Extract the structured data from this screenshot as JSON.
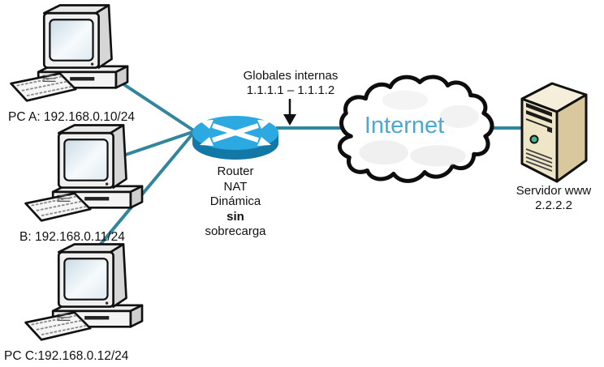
{
  "nodes": {
    "pc_a": {
      "label": "PC A: 192.168.0.10/24",
      "icon": "desktop-pc-icon"
    },
    "pc_b": {
      "label": "B: 192.168.0.11/24",
      "icon": "desktop-pc-icon"
    },
    "pc_c": {
      "label": "PC C:192.168.0.12/24",
      "icon": "desktop-pc-icon"
    },
    "router": {
      "icon": "router-icon",
      "label_lines": [
        "Router",
        "NAT",
        "Dinámica",
        "sin",
        "sobrecarga"
      ]
    },
    "cloud": {
      "label": "Internet",
      "icon": "cloud-icon"
    },
    "server": {
      "name": "Servidor www",
      "address": "2.2.2.2",
      "icon": "server-tower-icon"
    }
  },
  "annotation": {
    "title": "Globales internas",
    "range": "1.1.1.1 – 1.1.1.2",
    "icon": "down-arrow-icon"
  },
  "colors": {
    "link_line": "#31859C",
    "router_top": "#2BA9E0",
    "router_body": "#1478A6",
    "internet_text": "#4AA9CF",
    "label_text": "#111111"
  }
}
